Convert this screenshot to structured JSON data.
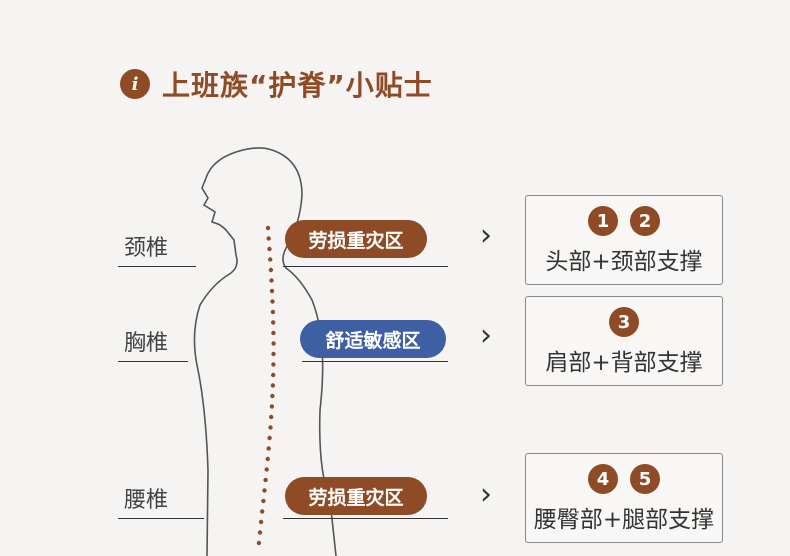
{
  "title": {
    "icon": "info-icon",
    "icon_glyph": "i",
    "text": "上班族“护脊”小贴士"
  },
  "spine_labels": [
    "颈椎",
    "胸椎",
    "腰椎"
  ],
  "zones": [
    {
      "label": "劳损重灾区",
      "color": "#8f4b25"
    },
    {
      "label": "舒适敏感区",
      "color": "#3e5fa3"
    },
    {
      "label": "劳损重灾区",
      "color": "#8f4b25"
    }
  ],
  "arrow_glyph": "›",
  "supports": [
    {
      "badges": [
        "1",
        "2"
      ],
      "text": "头部+颈部支撑"
    },
    {
      "badges": [
        "3"
      ],
      "text": "肩部+背部支撑"
    },
    {
      "badges": [
        "4",
        "5"
      ],
      "text": "腰臀部+腿部支撑"
    }
  ],
  "colors": {
    "accent_brown": "#8f4b25",
    "accent_blue": "#3e5fa3",
    "background": "#f5f4f2"
  }
}
